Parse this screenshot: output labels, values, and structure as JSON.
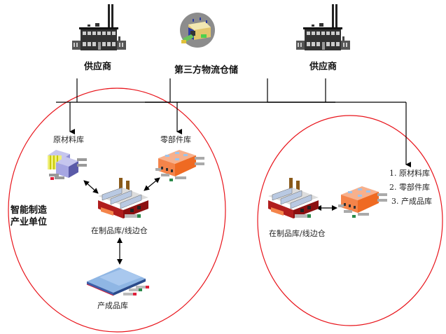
{
  "diagram": {
    "title": "",
    "top_nodes": {
      "supplier_left": {
        "label": "供应商",
        "icon": "factory-building-icon"
      },
      "third_party_logistics": {
        "label": "第三方物流仓储",
        "icon": "logistics-warehouse-icon"
      },
      "supplier_right": {
        "label": "供应商",
        "icon": "factory-building-icon"
      }
    },
    "left_unit": {
      "label_line1": "智能制造",
      "label_line2": "产业单位",
      "nodes": {
        "raw_material": {
          "label": "原材料库",
          "icon": "raw-material-warehouse-icon"
        },
        "parts": {
          "label": "零部件库",
          "icon": "parts-warehouse-icon"
        },
        "wip": {
          "label": "在制品库/线边仓",
          "icon": "manufacturing-plant-icon"
        },
        "finished": {
          "label": "产成品库",
          "icon": "finished-goods-warehouse-icon"
        }
      }
    },
    "right_unit": {
      "wip": {
        "label": "在制品库/线边仓",
        "icon": "manufacturing-plant-icon"
      },
      "warehouse_icon": "parts-warehouse-icon",
      "list": [
        "1. 原材料库",
        "2. 零部件库",
        "3. 产成品库"
      ]
    },
    "colors": {
      "ellipse": "#e8141b",
      "connector": "#000000"
    }
  }
}
